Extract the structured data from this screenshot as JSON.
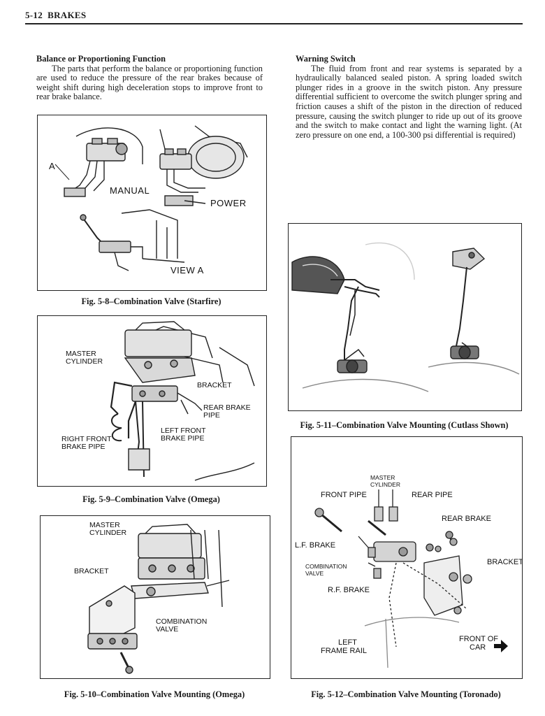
{
  "header": {
    "page_ref": "5-12",
    "section": "BRAKES"
  },
  "left_column": {
    "heading": "Balance or Proportioning Function",
    "body": "The parts that perform the balance or proportioning function are used to reduce the pressure of the rear brakes because of weight shift during high deceleration stops to improve front to rear brake balance."
  },
  "right_column": {
    "heading": "Warning Switch",
    "body": "The fluid from front and rear systems is separated by a hydraulically balanced sealed piston. A spring loaded switch plunger rides in a groove in the switch piston. Any pressure differential sufficient to overcome the switch plunger spring and friction causes a shift of the piston in the direction of reduced pressure, causing the switch plunger to ride up out of its groove and the switch to make contact and light the warning light. (At zero pressure on one end, a 100-300 psi differential is required)"
  },
  "figures": {
    "fig8": {
      "caption": "Fig. 5-8–Combination Valve (Starfire)",
      "labels": {
        "a": "A",
        "manual": "MANUAL",
        "power": "POWER",
        "view_a": "VIEW  A"
      }
    },
    "fig9": {
      "caption": "Fig. 5-9–Combination Valve (Omega)",
      "labels": {
        "master_cylinder_1": "MASTER",
        "master_cylinder_2": "CYLINDER",
        "bracket": "BRACKET",
        "rear_brake_pipe_1": "REAR BRAKE",
        "rear_brake_pipe_2": "PIPE",
        "left_front_1": "LEFT FRONT",
        "left_front_2": "BRAKE PIPE",
        "right_front_1": "RIGHT FRONT",
        "right_front_2": "BRAKE PIPE"
      }
    },
    "fig10": {
      "caption": "Fig. 5-10–Combination Valve Mounting (Omega)",
      "labels": {
        "master_cylinder_1": "MASTER",
        "master_cylinder_2": "CYLINDER",
        "bracket": "BRACKET",
        "combination_valve_1": "COMBINATION",
        "combination_valve_2": "VALVE"
      }
    },
    "fig11": {
      "caption": "Fig. 5-11–Combination Valve Mounting (Cutlass Shown)"
    },
    "fig12": {
      "caption": "Fig. 5-12–Combination Valve Mounting (Toronado)",
      "labels": {
        "master_cylinder_1": "MASTER",
        "master_cylinder_2": "CYLINDER",
        "front_pipe": "FRONT PIPE",
        "rear_pipe": "REAR PIPE",
        "rear_brake": "REAR BRAKE",
        "lf_brake": "L.F. BRAKE",
        "bracket": "BRACKET",
        "combination_valve_1": "COMBINATION",
        "combination_valve_2": "VALVE",
        "rf_brake": "R.F. BRAKE",
        "left_frame_rail_1": "LEFT",
        "left_frame_rail_2": "FRAME RAIL",
        "front_of_car_1": "FRONT OF",
        "front_of_car_2": "CAR"
      }
    }
  }
}
